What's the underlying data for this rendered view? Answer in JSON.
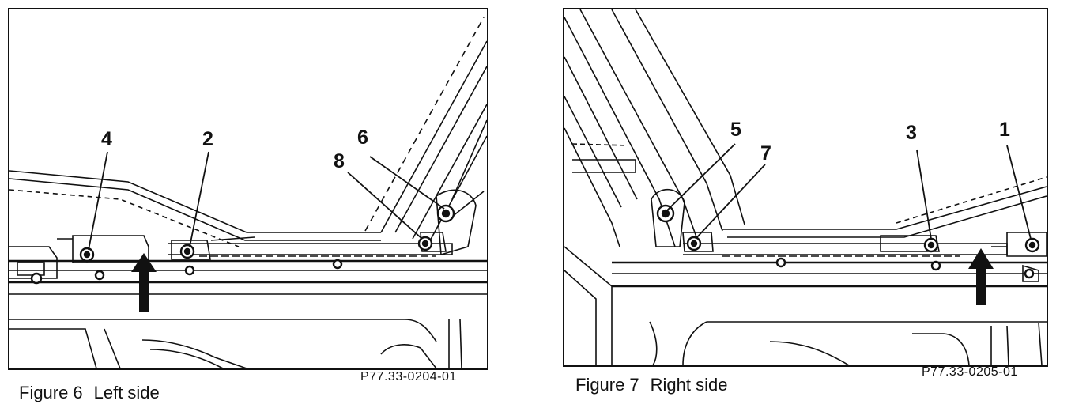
{
  "figures": [
    {
      "caption_word": "Figure",
      "number": "6",
      "side": "Left side",
      "code": "P77.33-0204-01",
      "parts": [
        "4",
        "2",
        "6",
        "8"
      ]
    },
    {
      "caption_word": "Figure",
      "number": "7",
      "side": "Right side",
      "code": "P77.33-0205-01",
      "parts": [
        "5",
        "7",
        "3",
        "1"
      ]
    }
  ],
  "colors": {
    "ink": "#111111",
    "paper": "#ffffff"
  },
  "icons": [
    "up-arrow-icon"
  ]
}
